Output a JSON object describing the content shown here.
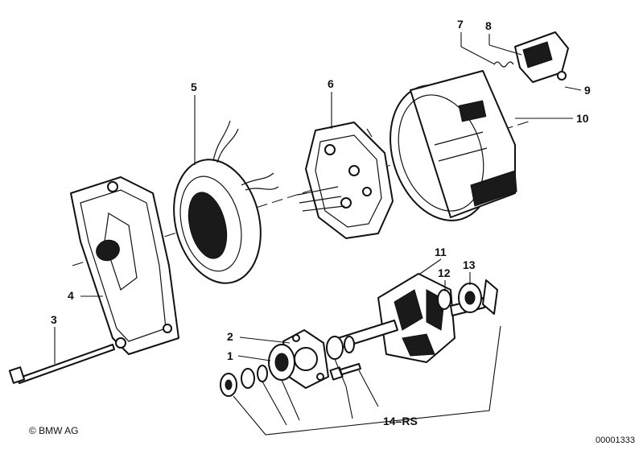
{
  "callouts": [
    {
      "id": "1",
      "label": "1"
    },
    {
      "id": "2",
      "label": "2"
    },
    {
      "id": "3",
      "label": "3"
    },
    {
      "id": "4",
      "label": "4"
    },
    {
      "id": "5",
      "label": "5"
    },
    {
      "id": "6",
      "label": "6"
    },
    {
      "id": "7",
      "label": "7"
    },
    {
      "id": "8",
      "label": "8"
    },
    {
      "id": "9",
      "label": "9"
    },
    {
      "id": "10",
      "label": "10"
    },
    {
      "id": "11",
      "label": "11"
    },
    {
      "id": "12",
      "label": "12"
    },
    {
      "id": "13",
      "label": "13"
    },
    {
      "id": "14rs",
      "label": "14–RS"
    }
  ],
  "footer": {
    "copyright": "© BMW AG",
    "doc_number": "00001333"
  }
}
